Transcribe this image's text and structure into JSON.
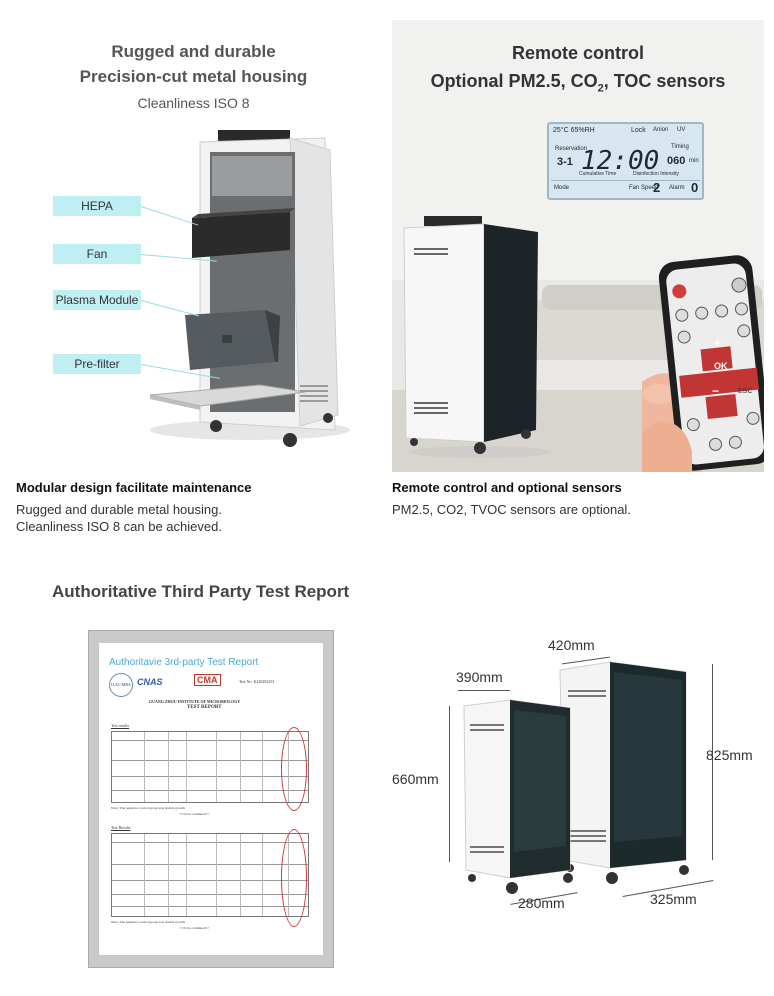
{
  "panel1": {
    "title_line1": "Rugged and durable",
    "title_line2": "Precision-cut metal housing",
    "subtitle": "Cleanliness ISO 8",
    "labels": [
      "HEPA",
      "Fan",
      "Plasma Module",
      "Pre-filter"
    ]
  },
  "panel2": {
    "title_line1": "Remote control",
    "title_line2_prefix": "Optional PM2.5, CO",
    "title_line2_sub": "2",
    "title_line2_suffix": ", TOC sensors",
    "lcd": {
      "temp": "25°C 65%RH",
      "lock": "Lock",
      "ion": "Anion",
      "uv": "UV",
      "reservation": "Reservation",
      "timing": "Timing",
      "day": "3-1",
      "clock": "12:00",
      "minutes": "060",
      "min_unit": "min",
      "cumulative": "Cumulative Time",
      "disinfection": "Disinfection Intensity",
      "mode": "Mode",
      "fan_speed": "Fan Speed",
      "fan_value": "2",
      "alarm": "Alarm",
      "alarm_value": "0"
    },
    "remote": {
      "ok": "OK",
      "esc": "ESC",
      "plus": "+",
      "minus": "−"
    }
  },
  "captions": {
    "left_title": "Modular design facilitate maintenance",
    "left_line1": "Rugged and durable metal housing.",
    "left_line2": "Cleanliness ISO 8 can be achieved.",
    "right_title": "Remote control and optional sensors",
    "right_line1": "PM2.5, CO2, TVOC sensors are optional."
  },
  "report": {
    "section_title": "Authoritative Third Party Test Report",
    "header": "Authoritavie 3rd-party Test Report",
    "logo1": "ILAC-MRA",
    "logo2": "CNAS",
    "logo3": "CMA",
    "institute": "GUANG ZHOU INSTITUTE OF MICROBIOLOGY",
    "doc_title": "TEST REPORT",
    "test_no": "Test No. K220202253",
    "section_a": "Test results",
    "section_b": "Test Results",
    "note": "Note: The negative control group was double growth",
    "end": "<<To be continued>>"
  },
  "dimensions": {
    "depth_big": "420mm",
    "depth_small": "390mm",
    "height_small": "660mm",
    "height_big": "825mm",
    "width_small": "280mm",
    "width_big": "325mm"
  },
  "colors": {
    "tag_bg": "#bfeef3",
    "report_header": "#4aa9d8",
    "ring": "#d33a3a",
    "device_white": "#f4f4f4",
    "device_dark": "#1d2a2c"
  }
}
